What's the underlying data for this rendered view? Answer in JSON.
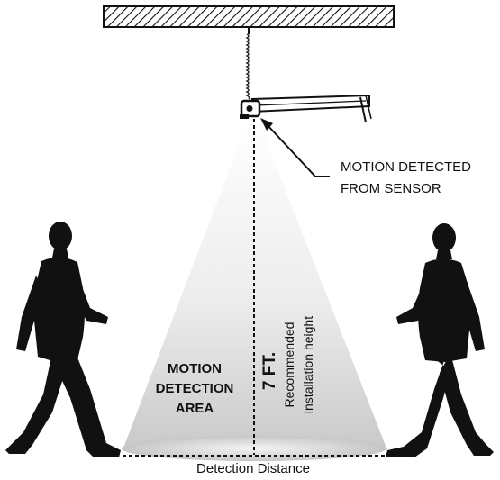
{
  "callout": {
    "line1": "MOTION DETECTED",
    "line2": "FROM SENSOR"
  },
  "area_label": {
    "line1": "MOTION",
    "line2": "DETECTION",
    "line3": "AREA"
  },
  "height": {
    "value": "7 FT.",
    "caption_line1": "Recommended",
    "caption_line2": "installation height"
  },
  "distance_label": "Detection Distance",
  "colors": {
    "ink": "#111111",
    "cone_light": "#ffffff",
    "cone_dark": "#c8c8c8",
    "figure": "#111111"
  }
}
